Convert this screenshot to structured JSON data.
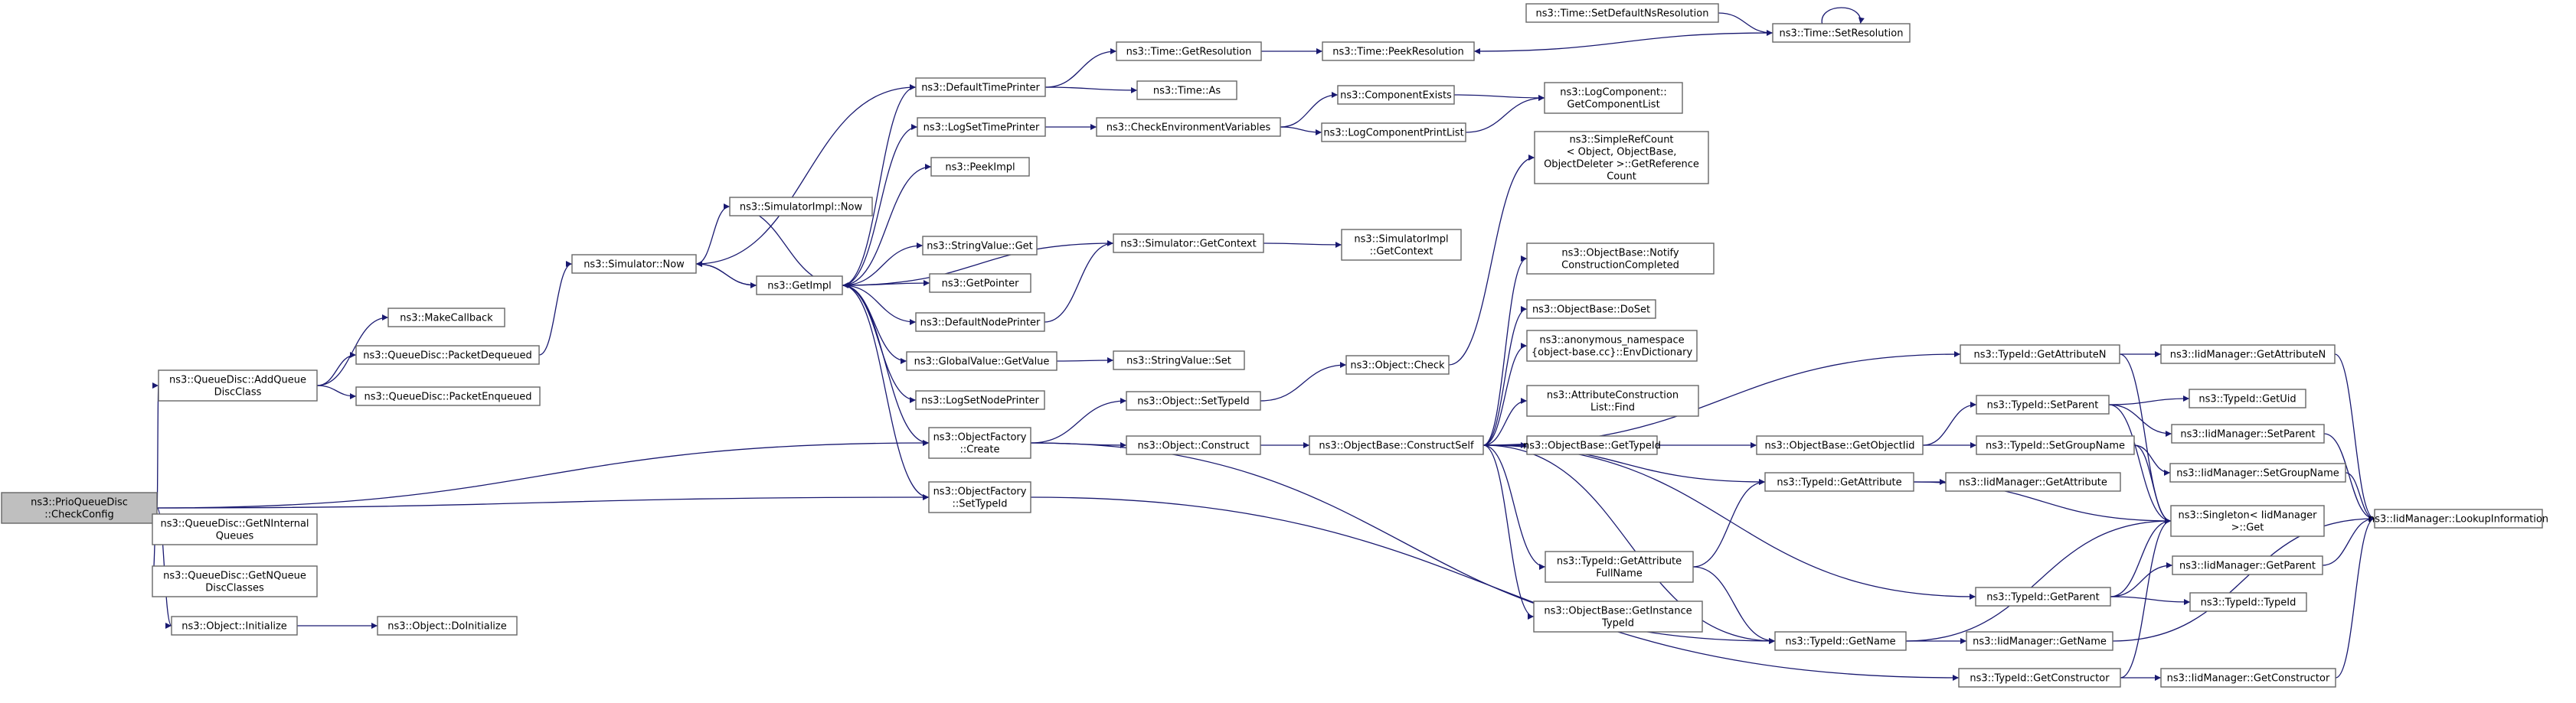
{
  "diagram": {
    "edge_color": "#191970",
    "root_fill": "#bfbfbf",
    "nodes": [
      {
        "id": "root",
        "label": [
          "ns3::PrioQueueDisc",
          "::CheckConfig"
        ],
        "root": true
      },
      {
        "id": "addqdc",
        "label": [
          "ns3::QueueDisc::AddQueue",
          "DiscClass"
        ]
      },
      {
        "id": "getninq",
        "label": [
          "ns3::QueueDisc::GetNInternal",
          "Queues"
        ]
      },
      {
        "id": "getnqdc",
        "label": [
          "ns3::QueueDisc::GetNQueue",
          "DiscClasses"
        ]
      },
      {
        "id": "objinit",
        "label": [
          "ns3::Object::Initialize"
        ]
      },
      {
        "id": "dispose",
        "label": [
          "ns3::Object::DoInitialize"
        ]
      },
      {
        "id": "makecb",
        "label": [
          "ns3::MakeCallback"
        ]
      },
      {
        "id": "pktdeq",
        "label": [
          "ns3::QueueDisc::PacketDequeued"
        ]
      },
      {
        "id": "pktenq",
        "label": [
          "ns3::QueueDisc::PacketEnqueued"
        ]
      },
      {
        "id": "simnow",
        "label": [
          "ns3::Simulator::Now"
        ]
      },
      {
        "id": "simimplnow",
        "label": [
          "ns3::SimulatorImpl::Now"
        ]
      },
      {
        "id": "getimpl",
        "label": [
          "ns3::GetImpl"
        ]
      },
      {
        "id": "deftp",
        "label": [
          "ns3::DefaultTimePrinter"
        ]
      },
      {
        "id": "logstp",
        "label": [
          "ns3::LogSetTimePrinter"
        ]
      },
      {
        "id": "peekimpl",
        "label": [
          "ns3::PeekImpl"
        ]
      },
      {
        "id": "svget",
        "label": [
          "ns3::StringValue::Get"
        ]
      },
      {
        "id": "getptr",
        "label": [
          "ns3::GetPointer"
        ]
      },
      {
        "id": "defnp",
        "label": [
          "ns3::DefaultNodePrinter"
        ]
      },
      {
        "id": "gvget",
        "label": [
          "ns3::GlobalValue::GetValue"
        ]
      },
      {
        "id": "logsnp",
        "label": [
          "ns3::LogSetNodePrinter"
        ]
      },
      {
        "id": "ofcreate",
        "label": [
          "ns3::ObjectFactory",
          "::Create"
        ]
      },
      {
        "id": "ofsettid",
        "label": [
          "ns3::ObjectFactory",
          "::SetTypeId"
        ]
      },
      {
        "id": "timegetres",
        "label": [
          "ns3::Time::GetResolution"
        ]
      },
      {
        "id": "timeas",
        "label": [
          "ns3::Time::As"
        ]
      },
      {
        "id": "checkenv",
        "label": [
          "ns3::CheckEnvironmentVariables"
        ]
      },
      {
        "id": "simgetctx",
        "label": [
          "ns3::Simulator::GetContext"
        ]
      },
      {
        "id": "svset",
        "label": [
          "ns3::StringValue::Set"
        ]
      },
      {
        "id": "objsettid",
        "label": [
          "ns3::Object::SetTypeId"
        ]
      },
      {
        "id": "objconstruct",
        "label": [
          "ns3::Object::Construct"
        ]
      },
      {
        "id": "timepeekres",
        "label": [
          "ns3::Time::PeekResolution"
        ]
      },
      {
        "id": "timesetdefns",
        "label": [
          "ns3::Time::SetDefaultNsResolution"
        ]
      },
      {
        "id": "timesetres",
        "label": [
          "ns3::Time::SetResolution"
        ]
      },
      {
        "id": "compexists",
        "label": [
          "ns3::ComponentExists"
        ]
      },
      {
        "id": "logcompprint",
        "label": [
          "ns3::LogComponentPrintList"
        ]
      },
      {
        "id": "logcompgetlist",
        "label": [
          "ns3::LogComponent::",
          "GetComponentList"
        ]
      },
      {
        "id": "simrefcount",
        "label": [
          "ns3::SimpleRefCount",
          "< Object, ObjectBase,",
          "ObjectDeleter >::GetReference",
          "Count"
        ]
      },
      {
        "id": "simimplgetctx",
        "label": [
          "ns3::SimulatorImpl",
          "::GetContext"
        ]
      },
      {
        "id": "objcheck",
        "label": [
          "ns3::Object::Check"
        ]
      },
      {
        "id": "obnotify",
        "label": [
          "ns3::ObjectBase::Notify",
          "ConstructionCompleted"
        ]
      },
      {
        "id": "obdoset",
        "label": [
          "ns3::ObjectBase::DoSet"
        ]
      },
      {
        "id": "anonenv",
        "label": [
          "ns3::anonymous_namespace",
          "{object-base.cc}::EnvDictionary"
        ]
      },
      {
        "id": "attrfind",
        "label": [
          "ns3::AttributeConstruction",
          "List::Find"
        ]
      },
      {
        "id": "obconstructself",
        "label": [
          "ns3::ObjectBase::ConstructSelf"
        ]
      },
      {
        "id": "obgettid",
        "label": [
          "ns3::ObjectBase::GetTypeId"
        ]
      },
      {
        "id": "obgetoid",
        "label": [
          "ns3::ObjectBase::GetObjectIid"
        ]
      },
      {
        "id": "tidgetattrfn",
        "label": [
          "ns3::TypeId::GetAttribute",
          "FullName"
        ]
      },
      {
        "id": "obgetinsttid",
        "label": [
          "ns3::ObjectBase::GetInstance",
          "TypeId"
        ]
      },
      {
        "id": "tidgetattrn",
        "label": [
          "ns3::TypeId::GetAttributeN"
        ]
      },
      {
        "id": "tidsetparent",
        "label": [
          "ns3::TypeId::SetParent"
        ]
      },
      {
        "id": "tidsetgroup",
        "label": [
          "ns3::TypeId::SetGroupName"
        ]
      },
      {
        "id": "tidgetattr",
        "label": [
          "ns3::TypeId::GetAttribute"
        ]
      },
      {
        "id": "tidgetparent",
        "label": [
          "ns3::TypeId::GetParent"
        ]
      },
      {
        "id": "tidgetname",
        "label": [
          "ns3::TypeId::GetName"
        ]
      },
      {
        "id": "tidgetctor",
        "label": [
          "ns3::TypeId::GetConstructor"
        ]
      },
      {
        "id": "iidgetattrn",
        "label": [
          "ns3::IidManager::GetAttributeN"
        ]
      },
      {
        "id": "tidgetuid",
        "label": [
          "ns3::TypeId::GetUid"
        ]
      },
      {
        "id": "iidsetparent",
        "label": [
          "ns3::IidManager::SetParent"
        ]
      },
      {
        "id": "iidsetgroup",
        "label": [
          "ns3::IidManager::SetGroupName"
        ]
      },
      {
        "id": "iidgetattr",
        "label": [
          "ns3::IidManager::GetAttribute"
        ]
      },
      {
        "id": "singleton",
        "label": [
          "ns3::Singleton< IidManager",
          ">::Get"
        ]
      },
      {
        "id": "iidgetparent",
        "label": [
          "ns3::IidManager::GetParent"
        ]
      },
      {
        "id": "tidtid",
        "label": [
          "ns3::TypeId::TypeId"
        ]
      },
      {
        "id": "iidgetname",
        "label": [
          "ns3::IidManager::GetName"
        ]
      },
      {
        "id": "iidgetctor",
        "label": [
          "ns3::IidManager::GetConstructor"
        ]
      },
      {
        "id": "iidlookup",
        "label": [
          "ns3::IidManager::LookupInformation"
        ]
      }
    ]
  }
}
